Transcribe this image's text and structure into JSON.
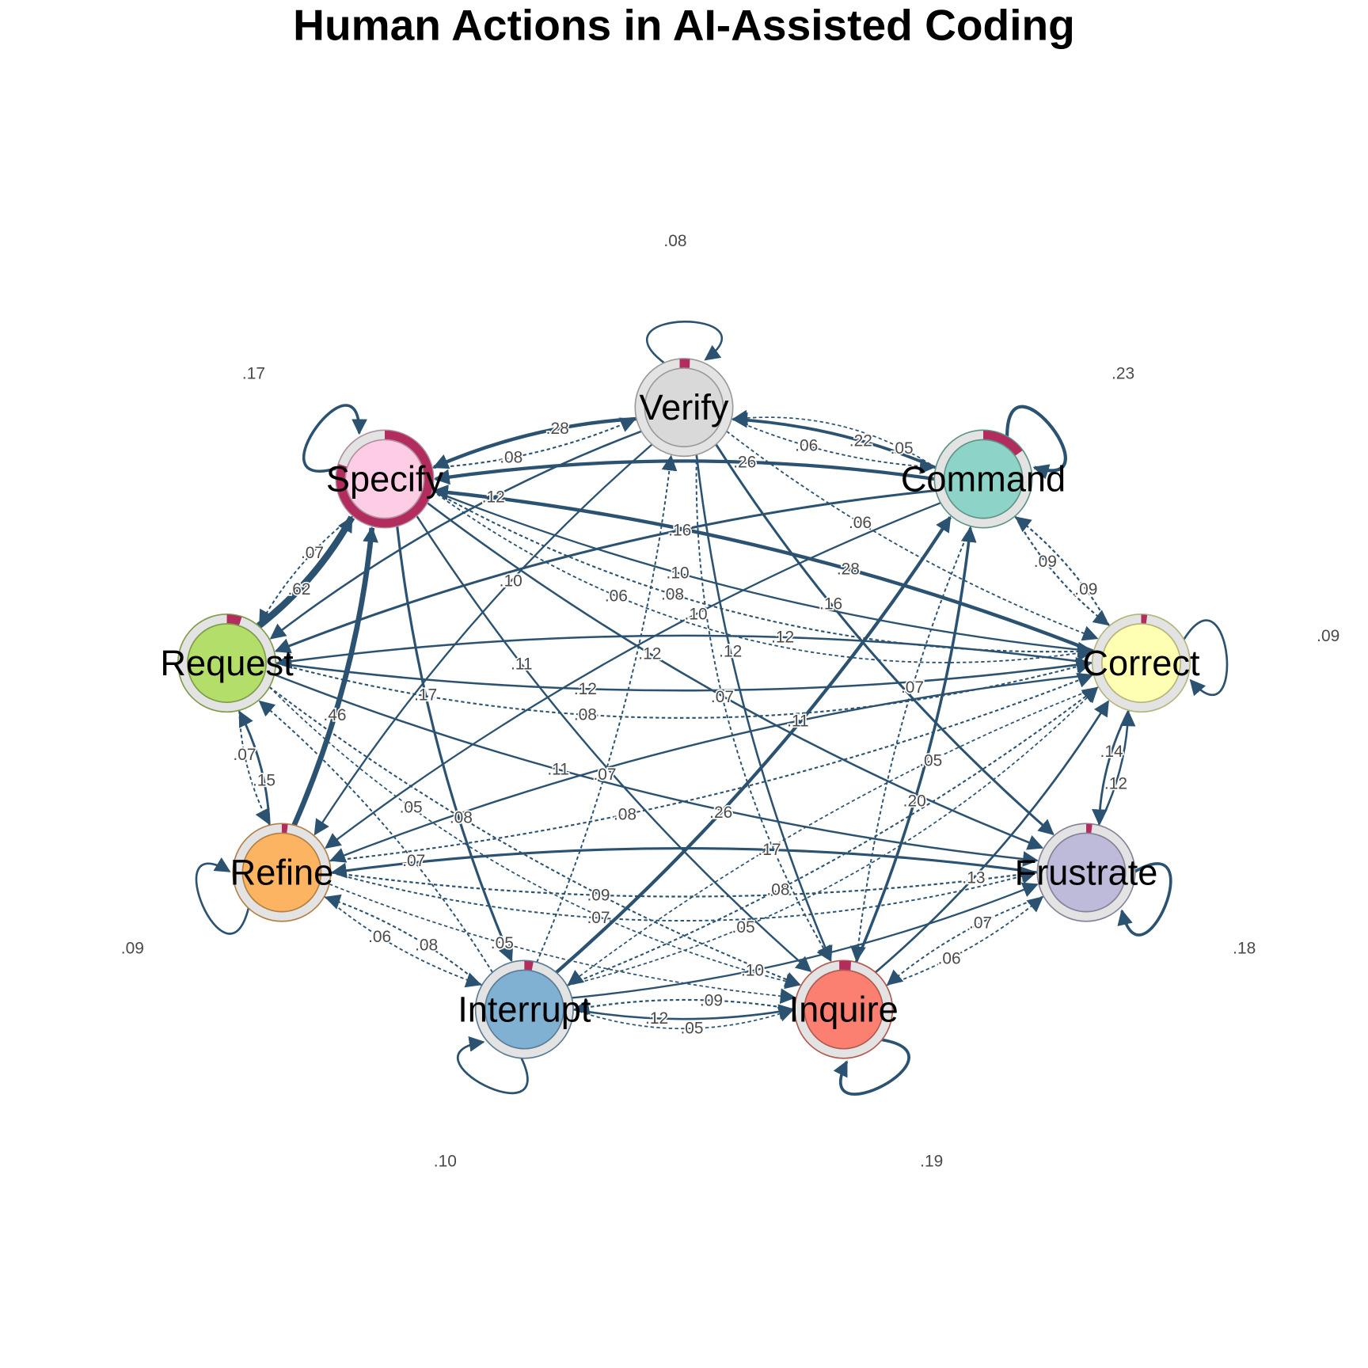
{
  "title": "Human Actions in AI-Assisted Coding",
  "colors": {
    "edge": "#2b5270",
    "pie": "#b22d5e",
    "ring": "#e3e3e3"
  },
  "nodes": [
    {
      "id": "Verify",
      "label": "Verify",
      "fill": "#d9d9d9",
      "border": "#9a9a9a",
      "pie": 0.005,
      "self_loop": ".08"
    },
    {
      "id": "Command",
      "label": "Command",
      "fill": "#8dd3c7",
      "border": "#5e9488",
      "pie": 0.15,
      "self_loop": ".23"
    },
    {
      "id": "Correct",
      "label": "Correct",
      "fill": "#ffffb3",
      "border": "#b5b57a",
      "pie": 0.02,
      "self_loop": ".09"
    },
    {
      "id": "Frustrate",
      "label": "Frustrate",
      "fill": "#bebada",
      "border": "#858199",
      "pie": 0.02,
      "self_loop": ".18"
    },
    {
      "id": "Inquire",
      "label": "Inquire",
      "fill": "#fb8072",
      "border": "#b25a50",
      "pie": 0.01,
      "self_loop": ".19"
    },
    {
      "id": "Interrupt",
      "label": "Interrupt",
      "fill": "#80b1d3",
      "border": "#5a7d95",
      "pie": 0.03,
      "self_loop": ".10"
    },
    {
      "id": "Refine",
      "label": "Refine",
      "fill": "#fdb462",
      "border": "#b37f45",
      "pie": 0.02,
      "self_loop": ".09"
    },
    {
      "id": "Request",
      "label": "Request",
      "fill": "#b3de69",
      "border": "#7e9c4a",
      "pie": 0.05,
      "self_loop": null
    },
    {
      "id": "Specify",
      "label": "Specify",
      "fill": "#fccde5",
      "border": "#b290a2",
      "pie": 0.8,
      "self_loop": ".17"
    }
  ],
  "edges": [
    {
      "from": "Request",
      "to": "Specify",
      "weight": 0.62,
      "label": ".62"
    },
    {
      "from": "Refine",
      "to": "Specify",
      "weight": 0.46,
      "label": ".46"
    },
    {
      "from": "Verify",
      "to": "Specify",
      "weight": 0.28,
      "label": ".28"
    },
    {
      "from": "Correct",
      "to": "Specify",
      "weight": 0.28,
      "label": ".28"
    },
    {
      "from": "Command",
      "to": "Specify",
      "weight": 0.26,
      "label": ".26"
    },
    {
      "from": "Command",
      "to": "Verify",
      "weight": 0.22,
      "label": ".22"
    },
    {
      "from": "Interrupt",
      "to": "Command",
      "weight": 0.26,
      "label": ".26"
    },
    {
      "from": "Inquire",
      "to": "Command",
      "weight": 0.2,
      "label": ".20"
    },
    {
      "from": "Specify",
      "to": "Interrupt",
      "weight": 0.17,
      "label": ".17"
    },
    {
      "from": "Frustrate",
      "to": "Refine",
      "weight": 0.17,
      "label": ".17"
    },
    {
      "from": "Verify",
      "to": "Frustrate",
      "weight": 0.16,
      "label": ".16"
    },
    {
      "from": "Command",
      "to": "Request",
      "weight": 0.16,
      "label": ".16"
    },
    {
      "from": "Refine",
      "to": "Request",
      "weight": 0.15,
      "label": ".15"
    },
    {
      "from": "Correct",
      "to": "Frustrate",
      "weight": 0.14,
      "label": ".14"
    },
    {
      "from": "Inquire",
      "to": "Correct",
      "weight": 0.13,
      "label": ".13"
    },
    {
      "from": "Frustrate",
      "to": "Correct",
      "weight": 0.12,
      "label": ".12"
    },
    {
      "from": "Specify",
      "to": "Frustrate",
      "weight": 0.12,
      "label": ".12"
    },
    {
      "from": "Verify",
      "to": "Request",
      "weight": 0.12,
      "label": ".12"
    },
    {
      "from": "Request",
      "to": "Correct",
      "weight": 0.12,
      "label": ".12"
    },
    {
      "from": "Correct",
      "to": "Request",
      "weight": 0.12,
      "label": ".12"
    },
    {
      "from": "Verify",
      "to": "Inquire",
      "weight": 0.12,
      "label": ".12"
    },
    {
      "from": "Interrupt",
      "to": "Inquire",
      "weight": 0.12,
      "label": ".12"
    },
    {
      "from": "Specify",
      "to": "Inquire",
      "weight": 0.11,
      "label": ".11"
    },
    {
      "from": "Request",
      "to": "Frustrate",
      "weight": 0.11,
      "label": ".11"
    },
    {
      "from": "Correct",
      "to": "Refine",
      "weight": 0.11,
      "label": ".11"
    },
    {
      "from": "Command",
      "to": "Refine",
      "weight": 0.1,
      "label": ".10"
    },
    {
      "from": "Verify",
      "to": "Refine",
      "weight": 0.1,
      "label": ".10"
    },
    {
      "from": "Specify",
      "to": "Correct",
      "weight": 0.1,
      "label": ".10"
    },
    {
      "from": "Interrupt",
      "to": "Frustrate",
      "weight": 0.1,
      "label": ".10"
    },
    {
      "from": "Command",
      "to": "Correct",
      "weight": 0.09,
      "label": ".09"
    },
    {
      "from": "Correct",
      "to": "Command",
      "weight": 0.09,
      "label": ".09"
    },
    {
      "from": "Refine",
      "to": "Frustrate",
      "weight": 0.09,
      "label": ".09"
    },
    {
      "from": "Inquire",
      "to": "Interrupt",
      "weight": 0.09,
      "label": ".09"
    },
    {
      "from": "Specify",
      "to": "Verify",
      "weight": 0.08,
      "label": ".08"
    },
    {
      "from": "Request",
      "to": "Correct",
      "weight": 0.08,
      "label": ".08"
    },
    {
      "from": "Specify",
      "to": "Correct",
      "weight": 0.08,
      "label": ".08"
    },
    {
      "from": "Refine",
      "to": "Correct",
      "weight": 0.08,
      "label": ".08"
    },
    {
      "from": "Interrupt",
      "to": "Correct",
      "weight": 0.08,
      "label": ".08"
    },
    {
      "from": "Request",
      "to": "Inquire",
      "weight": 0.08,
      "label": ".08"
    },
    {
      "from": "Interrupt",
      "to": "Refine",
      "weight": 0.08,
      "label": ".08"
    },
    {
      "from": "Specify",
      "to": "Request",
      "weight": 0.07,
      "label": ".07"
    },
    {
      "from": "Request",
      "to": "Refine",
      "weight": 0.07,
      "label": ".07"
    },
    {
      "from": "Interrupt",
      "to": "Request",
      "weight": 0.07,
      "label": ".07"
    },
    {
      "from": "Interrupt",
      "to": "Verify",
      "weight": 0.07,
      "label": ".07"
    },
    {
      "from": "Refine",
      "to": "Frustrate",
      "weight": 0.07,
      "label": ".07"
    },
    {
      "from": "Verify",
      "to": "Inquire",
      "weight": 0.07,
      "label": ".07"
    },
    {
      "from": "Frustrate",
      "to": "Inquire",
      "weight": 0.07,
      "label": ".07"
    },
    {
      "from": "Command",
      "to": "Inquire",
      "weight": 0.07,
      "label": ".07"
    },
    {
      "from": "Verify",
      "to": "Command",
      "weight": 0.06,
      "label": ".06"
    },
    {
      "from": "Verify",
      "to": "Correct",
      "weight": 0.06,
      "label": ".06"
    },
    {
      "from": "Specify",
      "to": "Correct",
      "weight": 0.06,
      "label": ".06"
    },
    {
      "from": "Refine",
      "to": "Interrupt",
      "weight": 0.06,
      "label": ".06"
    },
    {
      "from": "Inquire",
      "to": "Frustrate",
      "weight": 0.06,
      "label": ".06"
    },
    {
      "from": "Command",
      "to": "Verify",
      "weight": 0.05,
      "label": ".05"
    },
    {
      "from": "Refine",
      "to": "Inquire",
      "weight": 0.05,
      "label": ".05"
    },
    {
      "from": "Interrupt",
      "to": "Correct",
      "weight": 0.05,
      "label": ".05"
    },
    {
      "from": "Correct",
      "to": "Interrupt",
      "weight": 0.05,
      "label": ".05"
    },
    {
      "from": "Interrupt",
      "to": "Inquire",
      "weight": 0.05,
      "label": ".05"
    },
    {
      "from": "Request",
      "to": "Inquire",
      "weight": 0.05,
      "label": ".05"
    }
  ]
}
